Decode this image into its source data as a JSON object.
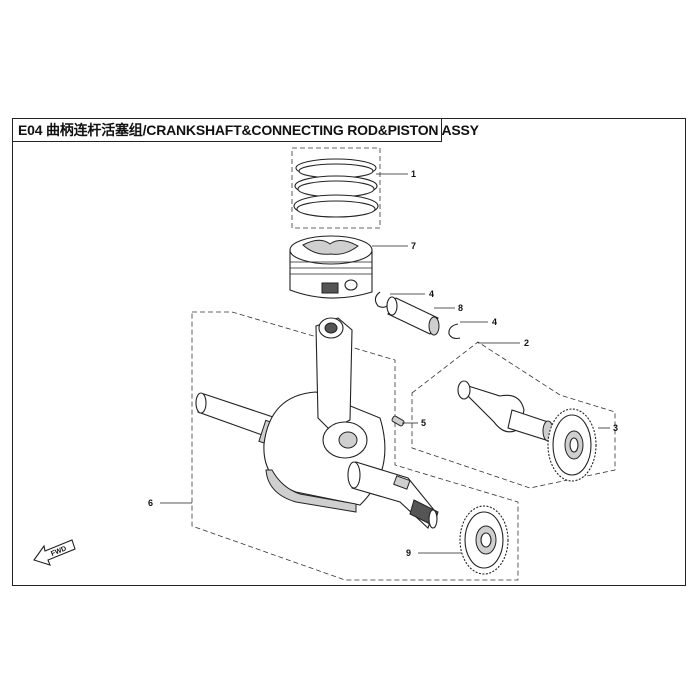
{
  "title": "E04 曲柄连杆活塞组/CRANKSHAFT&CONNECTING ROD&PISTON ASSY",
  "callouts": {
    "c1": "1",
    "c7": "7",
    "c4a": "4",
    "c8": "8",
    "c4b": "4",
    "c2": "2",
    "c3": "3",
    "c5": "5",
    "c6": "6",
    "c9": "9"
  },
  "fwd_label": "FWD"
}
